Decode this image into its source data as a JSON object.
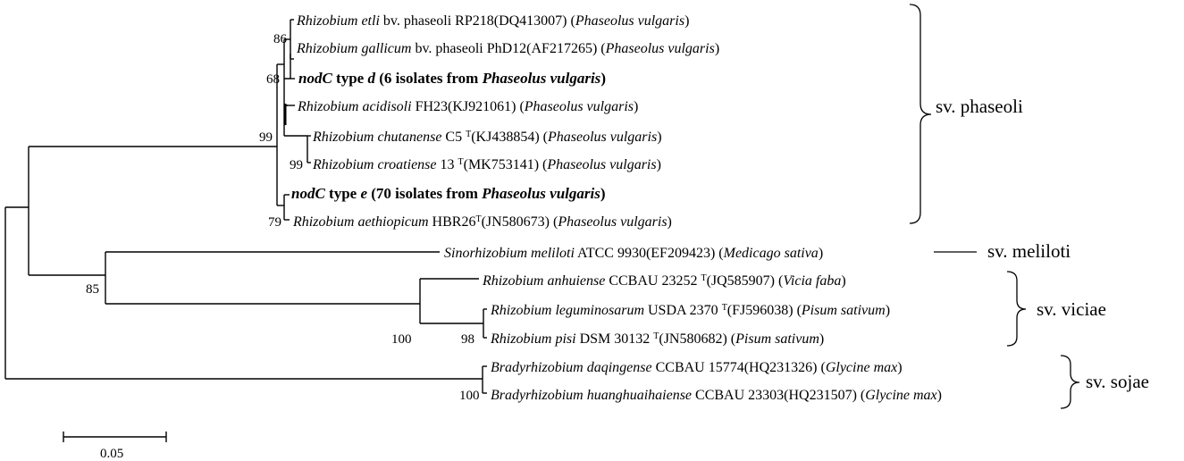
{
  "leaves": [
    {
      "id": "etli",
      "parts": [
        {
          "t": "Rhizobium etli",
          "i": true
        },
        {
          "t": " bv. phaseoli RP218(DQ413007) ("
        },
        {
          "t": "Phaseolus vulgaris",
          "i": true
        },
        {
          "t": ")"
        }
      ]
    },
    {
      "id": "gallicum",
      "parts": [
        {
          "t": "Rhizobium gallicum",
          "i": true
        },
        {
          "t": " bv. phaseoli PhD12(AF217265) ("
        },
        {
          "t": "Phaseolus vulgaris",
          "i": true
        },
        {
          "t": ")"
        }
      ]
    },
    {
      "id": "typed",
      "bold": true,
      "parts": [
        {
          "t": "nodC",
          "i": true
        },
        {
          "t": " type "
        },
        {
          "t": "d",
          "i": true
        },
        {
          "t": " (6 isolates from "
        },
        {
          "t": "Phaseolus vulgaris",
          "i": true
        },
        {
          "t": ")"
        }
      ]
    },
    {
      "id": "acidisoli",
      "parts": [
        {
          "t": "Rhizobium acidisoli",
          "i": true
        },
        {
          "t": " FH23(KJ921061) ("
        },
        {
          "t": "Phaseolus vulgaris",
          "i": true
        },
        {
          "t": ")"
        }
      ]
    },
    {
      "id": "chutanense",
      "parts": [
        {
          "t": "Rhizobium chutanense",
          "i": true
        },
        {
          "t": " C5 "
        },
        {
          "t": "T",
          "sup": true
        },
        {
          "t": "(KJ438854) ("
        },
        {
          "t": "Phaseolus vulgaris",
          "i": true
        },
        {
          "t": ")"
        }
      ]
    },
    {
      "id": "croatiense",
      "parts": [
        {
          "t": "Rhizobium croatiense",
          "i": true
        },
        {
          "t": " 13 "
        },
        {
          "t": "T",
          "sup": true
        },
        {
          "t": "(MK753141) ("
        },
        {
          "t": "Phaseolus vulgaris",
          "i": true
        },
        {
          "t": ")"
        }
      ]
    },
    {
      "id": "typee",
      "bold": true,
      "parts": [
        {
          "t": "nodC",
          "i": true
        },
        {
          "t": " type "
        },
        {
          "t": "e",
          "i": true
        },
        {
          "t": " (70 isolates from "
        },
        {
          "t": "Phaseolus vulgaris",
          "i": true
        },
        {
          "t": ")"
        }
      ]
    },
    {
      "id": "aethiopicum",
      "parts": [
        {
          "t": "Rhizobium aethiopicum",
          "i": true
        },
        {
          "t": " HBR26"
        },
        {
          "t": "T",
          "sup": true
        },
        {
          "t": "(JN580673) ("
        },
        {
          "t": "Phaseolus vulgaris",
          "i": true
        },
        {
          "t": ")"
        }
      ]
    },
    {
      "id": "meliloti",
      "parts": [
        {
          "t": "Sinorhizobium meliloti",
          "i": true
        },
        {
          "t": " ATCC 9930(EF209423) ("
        },
        {
          "t": "Medicago sativa",
          "i": true
        },
        {
          "t": ")"
        }
      ]
    },
    {
      "id": "anhuiense",
      "parts": [
        {
          "t": "Rhizobium anhuiense",
          "i": true
        },
        {
          "t": " CCBAU 23252 "
        },
        {
          "t": "T",
          "sup": true
        },
        {
          "t": "(JQ585907) ("
        },
        {
          "t": "Vicia faba",
          "i": true
        },
        {
          "t": ")"
        }
      ]
    },
    {
      "id": "leguminosarum",
      "parts": [
        {
          "t": "Rhizobium leguminosarum",
          "i": true
        },
        {
          "t": " USDA 2370 "
        },
        {
          "t": "T",
          "sup": true
        },
        {
          "t": "(FJ596038) ("
        },
        {
          "t": "Pisum sativum",
          "i": true
        },
        {
          "t": ")"
        }
      ]
    },
    {
      "id": "pisi",
      "parts": [
        {
          "t": "Rhizobium pisi",
          "i": true
        },
        {
          "t": " DSM 30132 "
        },
        {
          "t": "T",
          "sup": true
        },
        {
          "t": "(JN580682) ("
        },
        {
          "t": "Pisum sativum",
          "i": true
        },
        {
          "t": ")"
        }
      ]
    },
    {
      "id": "daqingense",
      "parts": [
        {
          "t": "Bradyrhizobium daqingense",
          "i": true
        },
        {
          "t": " CCBAU 15774(HQ231326) ("
        },
        {
          "t": "Glycine max",
          "i": true
        },
        {
          "t": ")"
        }
      ]
    },
    {
      "id": "huanghuaihaiense",
      "parts": [
        {
          "t": "Bradyrhizobium huanghuaihaiense",
          "i": true
        },
        {
          "t": " CCBAU 23303(HQ231507) ("
        },
        {
          "t": "Glycine max",
          "i": true
        },
        {
          "t": ")"
        }
      ]
    }
  ],
  "bootstrap": {
    "etli_gallicum": "86",
    "typed_node": "68",
    "phaseoli_clade": "99",
    "chutanense_croatiense": "99",
    "typee_aethiopicum": "79",
    "meliloti_viciae": "85",
    "viciae_clade": "100",
    "leguminosarum_pisi": "98",
    "sojae_clade": "100"
  },
  "groups": {
    "phaseoli": "sv. phaseoli",
    "meliloti": "sv. meliloti",
    "viciae": "sv. viciae",
    "sojae": "sv. sojae"
  },
  "scale_bar": {
    "label": "0.05",
    "value": 0.05
  }
}
